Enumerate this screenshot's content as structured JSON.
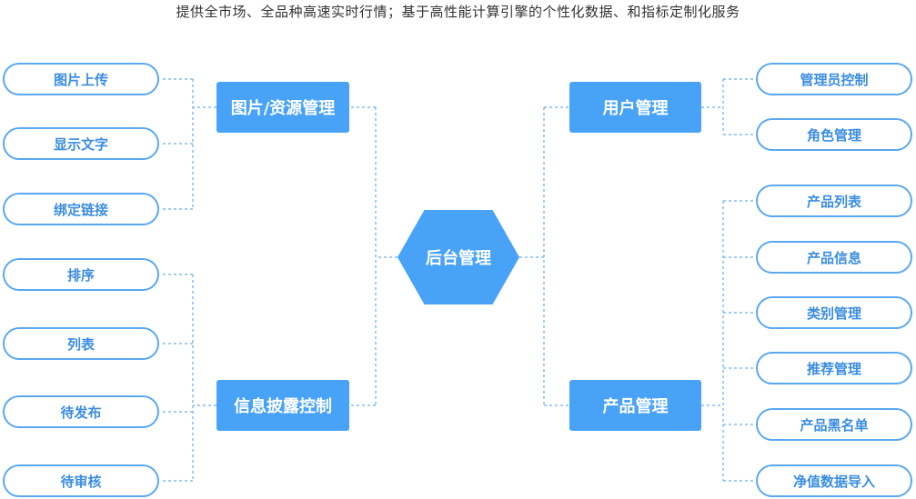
{
  "subtitle": "提供全市场、全品种高速实时行情；基于高性能计算引擎的个性化数据、和指标定制化服务",
  "center": {
    "label": "后台管理"
  },
  "left_groups": [
    {
      "label": "图片/资源管理",
      "items": [
        "图片上传",
        "显示文字",
        "绑定链接"
      ]
    },
    {
      "label": "信息披露控制",
      "items": [
        "排序",
        "列表",
        "待发布",
        "待审核"
      ]
    }
  ],
  "right_groups": [
    {
      "label": "用户管理",
      "items": [
        "管理员控制",
        "角色管理"
      ]
    },
    {
      "label": "产品管理",
      "items": [
        "产品列表",
        "产品信息",
        "类别管理",
        "推荐管理",
        "产品黑名单",
        "净值数据导入"
      ]
    }
  ],
  "colors": {
    "accent": "#48a2f6",
    "pill_border": "#5aa8ee",
    "pill_text": "#3b8de0",
    "connector": "#6aaee8"
  }
}
